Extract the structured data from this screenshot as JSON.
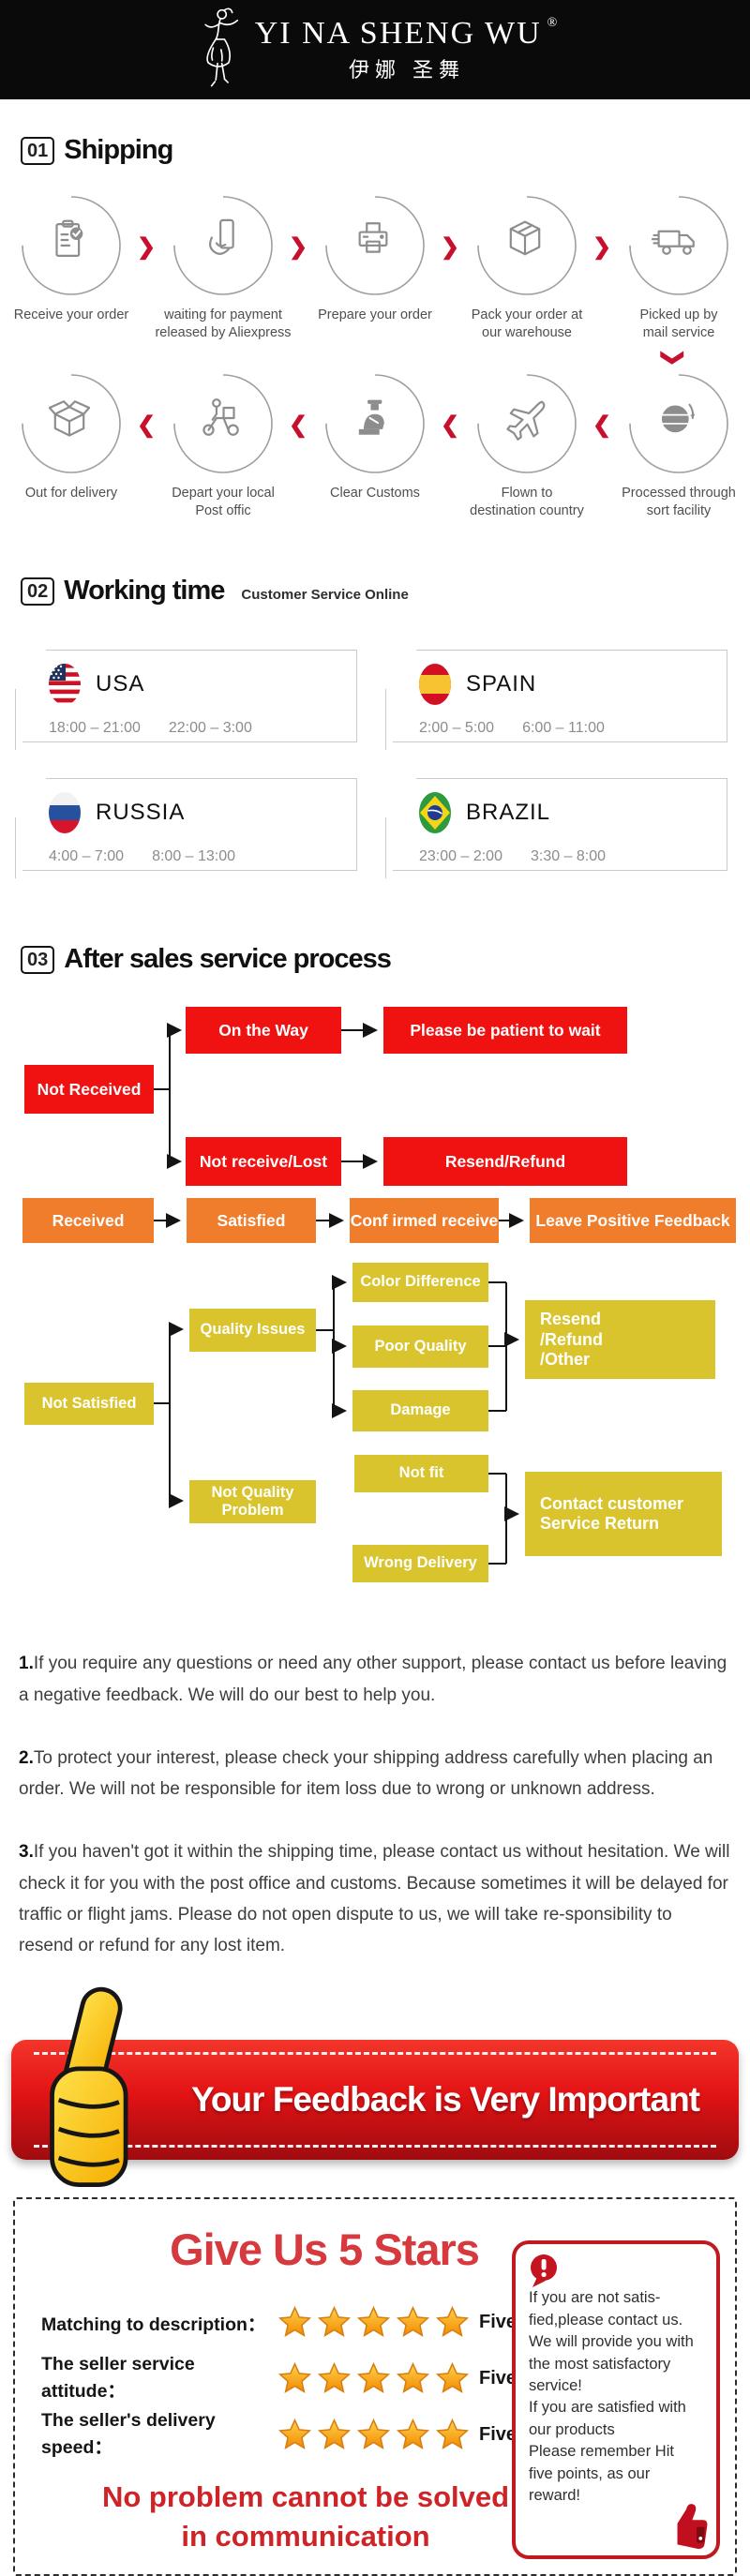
{
  "header": {
    "brand": "YI NA SHENG WU",
    "registered": "®",
    "brand_cn": "伊娜 圣舞"
  },
  "colors": {
    "accent_red": "#c8102e",
    "flow_red": "#f01111",
    "flow_orange": "#f07d2b",
    "flow_yellow": "#d9c42e",
    "banner_red": "#e21315",
    "star_gold": "#f59b18",
    "title_red": "#d6393e"
  },
  "sections": {
    "shipping": {
      "num": "01",
      "title": "Shipping"
    },
    "working": {
      "num": "02",
      "title": "Working time",
      "subtitle": "Customer Service Online"
    },
    "service": {
      "num": "03",
      "title": "After sales service process"
    }
  },
  "shipping": {
    "row1": [
      {
        "icon": "clipboard-check-icon",
        "lines": [
          "Receive your order"
        ]
      },
      {
        "icon": "hand-card-icon",
        "lines": [
          "waiting for payment",
          "released by Aliexpress"
        ]
      },
      {
        "icon": "printer-icon",
        "lines": [
          "Prepare your order"
        ]
      },
      {
        "icon": "box-icon",
        "lines": [
          "Pack your order at",
          "our warehouse"
        ]
      },
      {
        "icon": "truck-icon",
        "lines": [
          "Picked up by",
          "mail service"
        ]
      }
    ],
    "row2": [
      {
        "icon": "open-box-icon",
        "lines": [
          "Out  for delivery"
        ]
      },
      {
        "icon": "scooter-icon",
        "lines": [
          "Depart your local",
          "Post offic"
        ]
      },
      {
        "icon": "customs-officer-icon",
        "lines": [
          "Clear Customs"
        ]
      },
      {
        "icon": "airplane-icon",
        "lines": [
          "Flown to",
          "destination country"
        ]
      },
      {
        "icon": "globe-icon",
        "lines": [
          "Processed through",
          "sort facility"
        ]
      }
    ]
  },
  "working": {
    "cards": [
      {
        "country": "USA",
        "flag": "usa-flag-icon",
        "times": [
          "18:00 – 21:00",
          "22:00 – 3:00"
        ]
      },
      {
        "country": "SPAIN",
        "flag": "spain-flag-icon",
        "times": [
          "2:00 – 5:00",
          "6:00 – 11:00"
        ]
      },
      {
        "country": "RUSSIA",
        "flag": "russia-flag-icon",
        "times": [
          "4:00 – 7:00",
          "8:00 – 13:00"
        ]
      },
      {
        "country": "BRAZIL",
        "flag": "brazil-flag-icon",
        "times": [
          "23:00 – 2:00",
          "3:30 – 8:00"
        ]
      }
    ]
  },
  "flow": {
    "not_received": "Not Received",
    "on_the_way": "On the Way",
    "be_patient": "Please be patient to wait",
    "not_receive_lost": "Not receive/Lost",
    "resend_refund": "Resend/Refund",
    "received": "Received",
    "satisfied": "Satisfied",
    "confirmed_receive": "Conf irmed receive",
    "leave_feedback": "Leave Positive Feedback",
    "not_satisfied": "Not Satisfied",
    "quality_issues": "Quality Issues",
    "color_difference": "Color Difference",
    "poor_quality": "Poor Quality",
    "damage": "Damage",
    "resend_other_lines": [
      "Resend",
      "/Refund",
      "/Other"
    ],
    "not_quality_lines": [
      "Not Quality",
      "Problem"
    ],
    "not_fit": "Not fit",
    "wrong_delivery": "Wrong Delivery",
    "contact_lines": [
      "Contact customer",
      "Service Return"
    ]
  },
  "notes": [
    {
      "num": "1.",
      "text": "If you require any questions or need any other support, please contact us before leaving a negative feedback. We will do our best to help you."
    },
    {
      "num": "2.",
      "text": "To protect your interest, please check your shipping address carefully when placing an order. We will not be responsible for item loss due to wrong or unknown address."
    },
    {
      "num": "3.",
      "text": "If you haven't got it within the shipping time, please contact us without hesitation. We will check it for you with the post office and customs. Because sometimes it will be delayed for traffic or flight jams. Please do not open dispute to us, we will take re-sponsibility to resend or refund for any lost item."
    }
  ],
  "banner": {
    "text": "Your Feedback is Very Important",
    "icon": "thumbs-up-icon"
  },
  "stars": {
    "title": "Give Us 5 Stars",
    "rows": [
      {
        "label": "Matching to description：",
        "stars": 5,
        "points": "Five points"
      },
      {
        "label": "The seller service attitude：",
        "stars": 5,
        "points": "Five points"
      },
      {
        "label": "The seller's delivery speed：",
        "stars": 5,
        "points": "Five points"
      }
    ],
    "slogan_lines": [
      "No problem cannot be solved",
      "in communication"
    ],
    "note_lines": [
      "If you are not satis-",
      "fied,please contact us.",
      "We will provide you with",
      "the most satisfactory",
      "service!",
      "If you are satisfied with",
      "our products",
      "Please remember Hit",
      "five points, as our",
      "reward!"
    ]
  }
}
